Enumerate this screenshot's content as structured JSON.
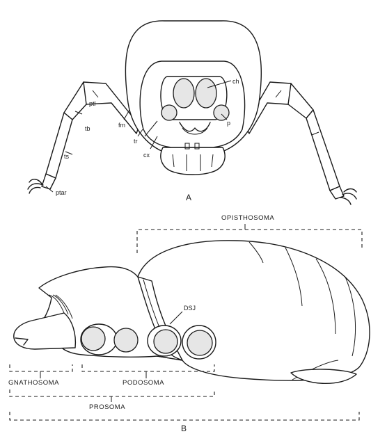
{
  "figure_a": {
    "caption": "A",
    "labels": {
      "ch": "ch",
      "p": "p",
      "ptl": "ptl",
      "tb": "tb",
      "fm": "fm",
      "tr": "tr",
      "cx": "cx",
      "ts": "ts",
      "ptar": "ptar"
    }
  },
  "figure_b": {
    "caption": "B",
    "labels": {
      "opisthosoma": "OPISTHOSOMA",
      "dsj": "DSJ",
      "gnathosoma": "GNATHOSOMA",
      "podosoma": "PODOSOMA",
      "prosoma": "PROSOMA"
    }
  }
}
